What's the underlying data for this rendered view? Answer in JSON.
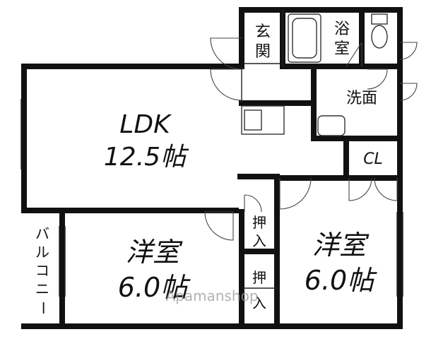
{
  "rooms": {
    "ldk_name": "LDK",
    "ldk_size": "12.5帖",
    "bedroom_left_name": "洋室",
    "bedroom_left_size": "6.0帖",
    "bedroom_right_name": "洋室",
    "bedroom_right_size": "6.0帖",
    "entrance_line1": "玄",
    "entrance_line2": "関",
    "bath_line1": "浴",
    "bath_line2": "室",
    "washroom": "洗面",
    "closet": "CL",
    "oshiire1_line1": "押",
    "oshiire1_line2": "入",
    "oshiire2_line1": "押",
    "oshiire2_line2": "入",
    "balcony_chars": [
      "バ",
      "ル",
      "コ",
      "ニ",
      "ー"
    ]
  },
  "watermark": "Apamanshop",
  "colors": {
    "wall": "#111111",
    "watermark": "#9a9a9a"
  }
}
